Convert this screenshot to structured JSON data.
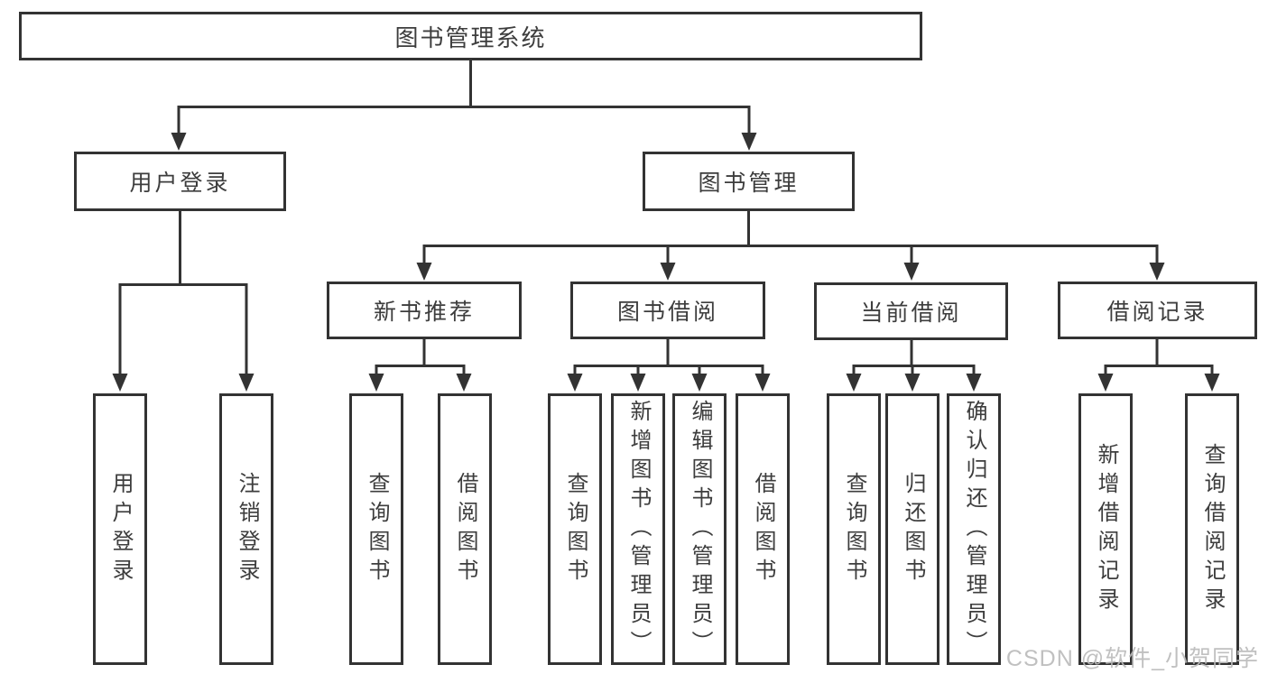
{
  "diagram": {
    "root": {
      "label": "图书管理系统"
    },
    "level2": [
      {
        "label": "用户登录"
      },
      {
        "label": "图书管理"
      }
    ],
    "level3": [
      {
        "label": "新书推荐"
      },
      {
        "label": "图书借阅"
      },
      {
        "label": "当前借阅"
      },
      {
        "label": "借阅记录"
      }
    ],
    "leaves": {
      "user_login": [
        {
          "label": "用户登录"
        },
        {
          "label": "注销登录"
        }
      ],
      "new_book_recommend": [
        {
          "label": "查询图书"
        },
        {
          "label": "借阅图书"
        }
      ],
      "book_borrow": [
        {
          "label": "查询图书"
        },
        {
          "label": "新增图书（管理员）"
        },
        {
          "label": "编辑图书（管理员）"
        },
        {
          "label": "借阅图书"
        }
      ],
      "current_borrow": [
        {
          "label": "查询图书"
        },
        {
          "label": "归还图书"
        },
        {
          "label": "确认归还（管理员）"
        }
      ],
      "borrow_records": [
        {
          "label": "新增借阅记录"
        },
        {
          "label": "查询借阅记录"
        }
      ]
    }
  },
  "watermark": {
    "text": "CSDN @软件_小贺同学"
  },
  "colors": {
    "line": "#333333",
    "text": "#3d3d3d",
    "watermark": "#bababa",
    "background": "#ffffff"
  }
}
